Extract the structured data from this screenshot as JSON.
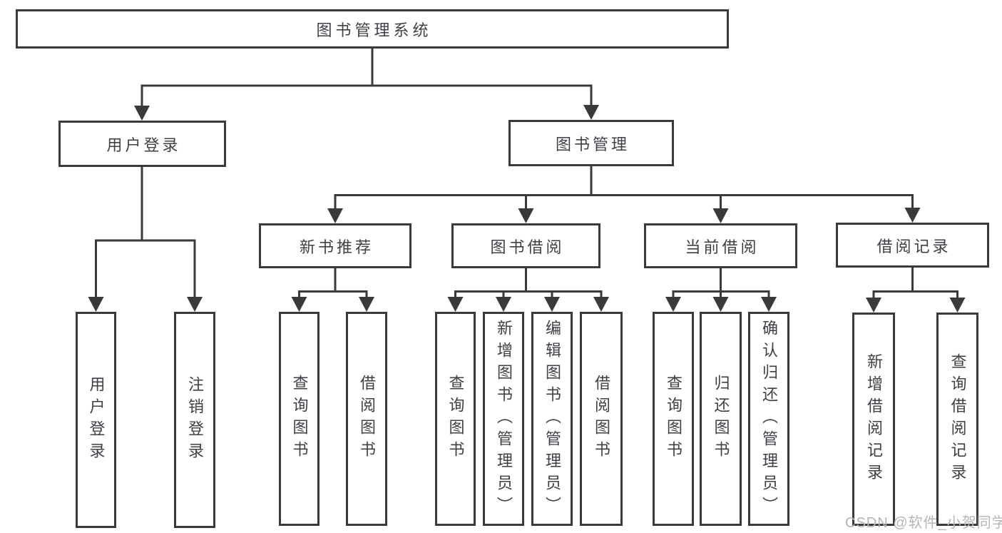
{
  "tree": {
    "label": "图书管理系统",
    "children": [
      {
        "label": "用户登录",
        "children": [
          {
            "label": "用户登录"
          },
          {
            "label": "注销登录"
          }
        ]
      },
      {
        "label": "图书管理",
        "children": [
          {
            "label": "新书推荐",
            "children": [
              {
                "label": "查询图书"
              },
              {
                "label": "借阅图书"
              }
            ]
          },
          {
            "label": "图书借阅",
            "children": [
              {
                "label": "查询图书"
              },
              {
                "label": "新增图书（管理员）"
              },
              {
                "label": "编辑图书（管理员）"
              },
              {
                "label": "借阅图书"
              }
            ]
          },
          {
            "label": "当前借阅",
            "children": [
              {
                "label": "查询图书"
              },
              {
                "label": "归还图书"
              },
              {
                "label": "确认归还（管理员）"
              }
            ]
          },
          {
            "label": "借阅记录",
            "children": [
              {
                "label": "新增借阅记录"
              },
              {
                "label": "查询借阅记录"
              }
            ]
          }
        ]
      }
    ]
  },
  "watermark": {
    "text": "CSDN @软件_小贺同学"
  },
  "colors": {
    "line": "#3a3a3a",
    "text": "#3f3f46",
    "watermark": "#b5b5b5",
    "background": "#ffffff"
  }
}
